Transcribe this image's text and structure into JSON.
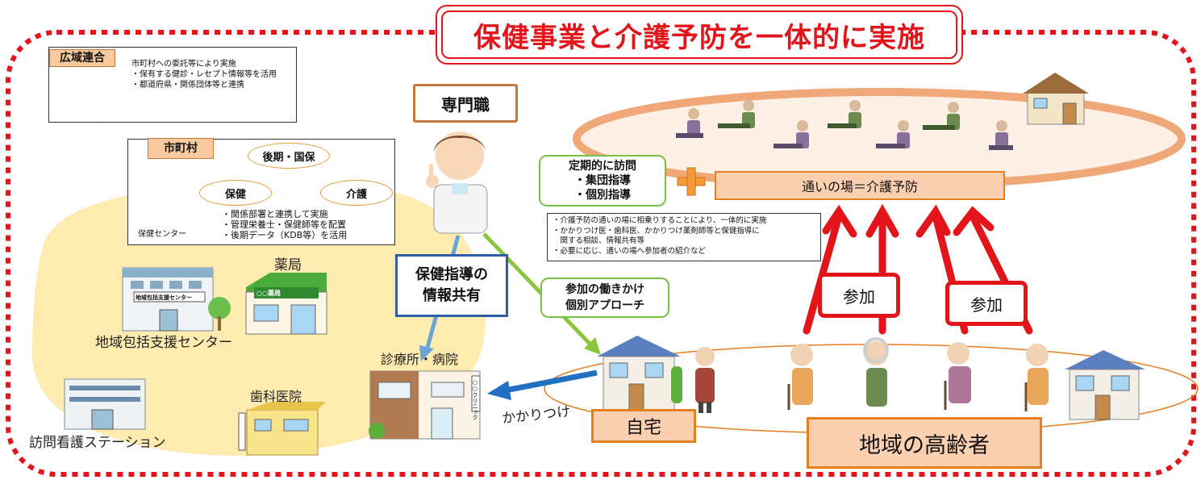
{
  "title": "保健事業と介護予防を一体的に実施",
  "kouiki": {
    "tag": "広域連合",
    "lines": [
      "市町村への委託等により実施",
      "・保有する健診・レセプト情報等を活用",
      "・都道府県・関係団体等と連携"
    ]
  },
  "city": {
    "tag": "市町村",
    "node_top": "後期・国保",
    "node_left": "保健",
    "node_right": "介護",
    "building_label": "保健センター",
    "lines": [
      "・関係部署と連携して実施",
      "・管理栄養士・保健師等を配置",
      "・後期データ（KDB等）を活用"
    ]
  },
  "facilities": {
    "pharmacy_title": "薬局",
    "pharmacy_sign": "○○薬局",
    "support_center_sign": "地域包括支援センター",
    "support_center": "地域包括支援センター",
    "visiting_nurse": "訪問看護ステーション",
    "dental": "歯科医院",
    "clinic": "診療所・病院",
    "clinic_sign": "○○クリニック"
  },
  "professional": "専門職",
  "info_share": [
    "保健指導の",
    "情報共有"
  ],
  "outreach": [
    "参加の働きかけ",
    "個別アプローチ"
  ],
  "regular_visit": [
    "定期的に訪問",
    "・集団指導",
    "・個別指導"
  ],
  "plus_symbol": "+",
  "kayoi_no_ba": "通いの場＝介護予防",
  "notes": [
    "・介護予防の通いの場に相乗りすることにより、一体的に実施",
    "・かかりつけ医・歯科医、かかりつけ薬剤師等と保健指導に",
    "　関する相談、情報共有等",
    "・必要に応じ、通いの場へ参加者の紹介など"
  ],
  "participation_left": "参加",
  "participation_right": "参加",
  "kakaritsuke": "かかりつけ",
  "home": "自宅",
  "elderly": "地域の高齢者",
  "colors": {
    "red": "#e3151a",
    "orange": "#e67e22",
    "peach": "#fbd0b0",
    "blue": "#2f5ea8",
    "green": "#7ac143",
    "yellow_area": "#fdebb0"
  }
}
